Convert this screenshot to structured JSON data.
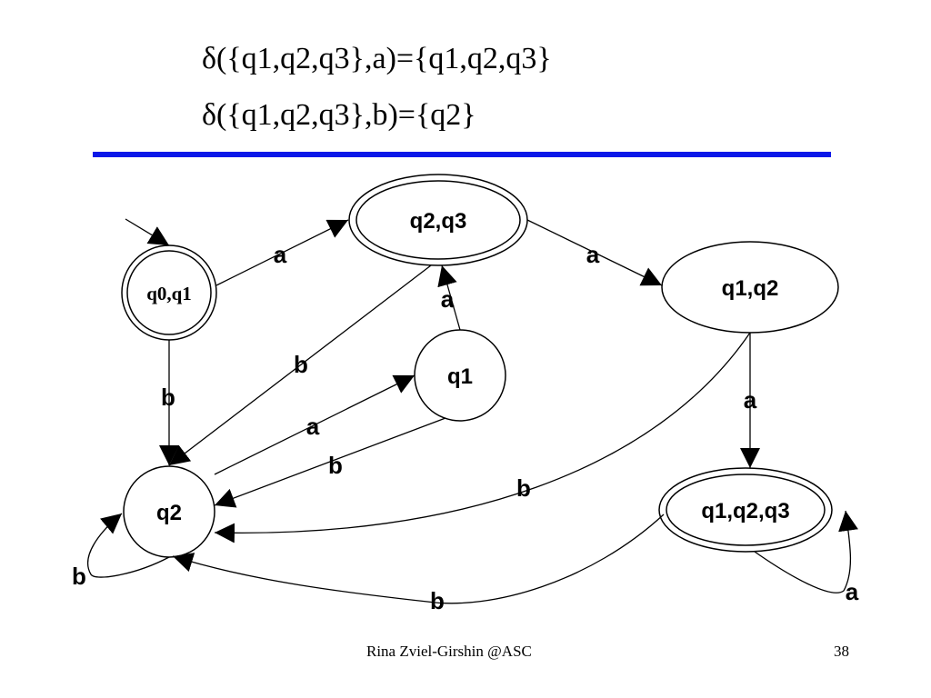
{
  "slide": {
    "transition_a": "δ({q1,q2,q3},a)={q1,q2,q3}",
    "transition_b": "δ({q1,q2,q3},b)={q2}",
    "footer_author": "Rina Zviel-Girshin  @ASC",
    "page_number": "38",
    "rule_color": "#0a18e8"
  },
  "diagram": {
    "states": {
      "q0q1": "q0,q1",
      "q2q3": "q2,q3",
      "q1q2": "q1,q2",
      "q1": "q1",
      "q2": "q2",
      "q1q2q3": "q1,q2,q3"
    },
    "edge_labels": {
      "q0q1_to_q2q3": "a",
      "q2q3_to_q1q2": "a",
      "q1_to_q2q3": "a",
      "q2q3_to_q2": "b",
      "q0q1_to_q2": "b",
      "q2_to_q1": "a",
      "q1_to_q2": "b",
      "q1q2_to_q1q2q3": "a",
      "q1q2_to_q2": "b",
      "q2_self": "b",
      "q1q2q3_to_q2": "b",
      "q1q2q3_self": "a"
    }
  }
}
